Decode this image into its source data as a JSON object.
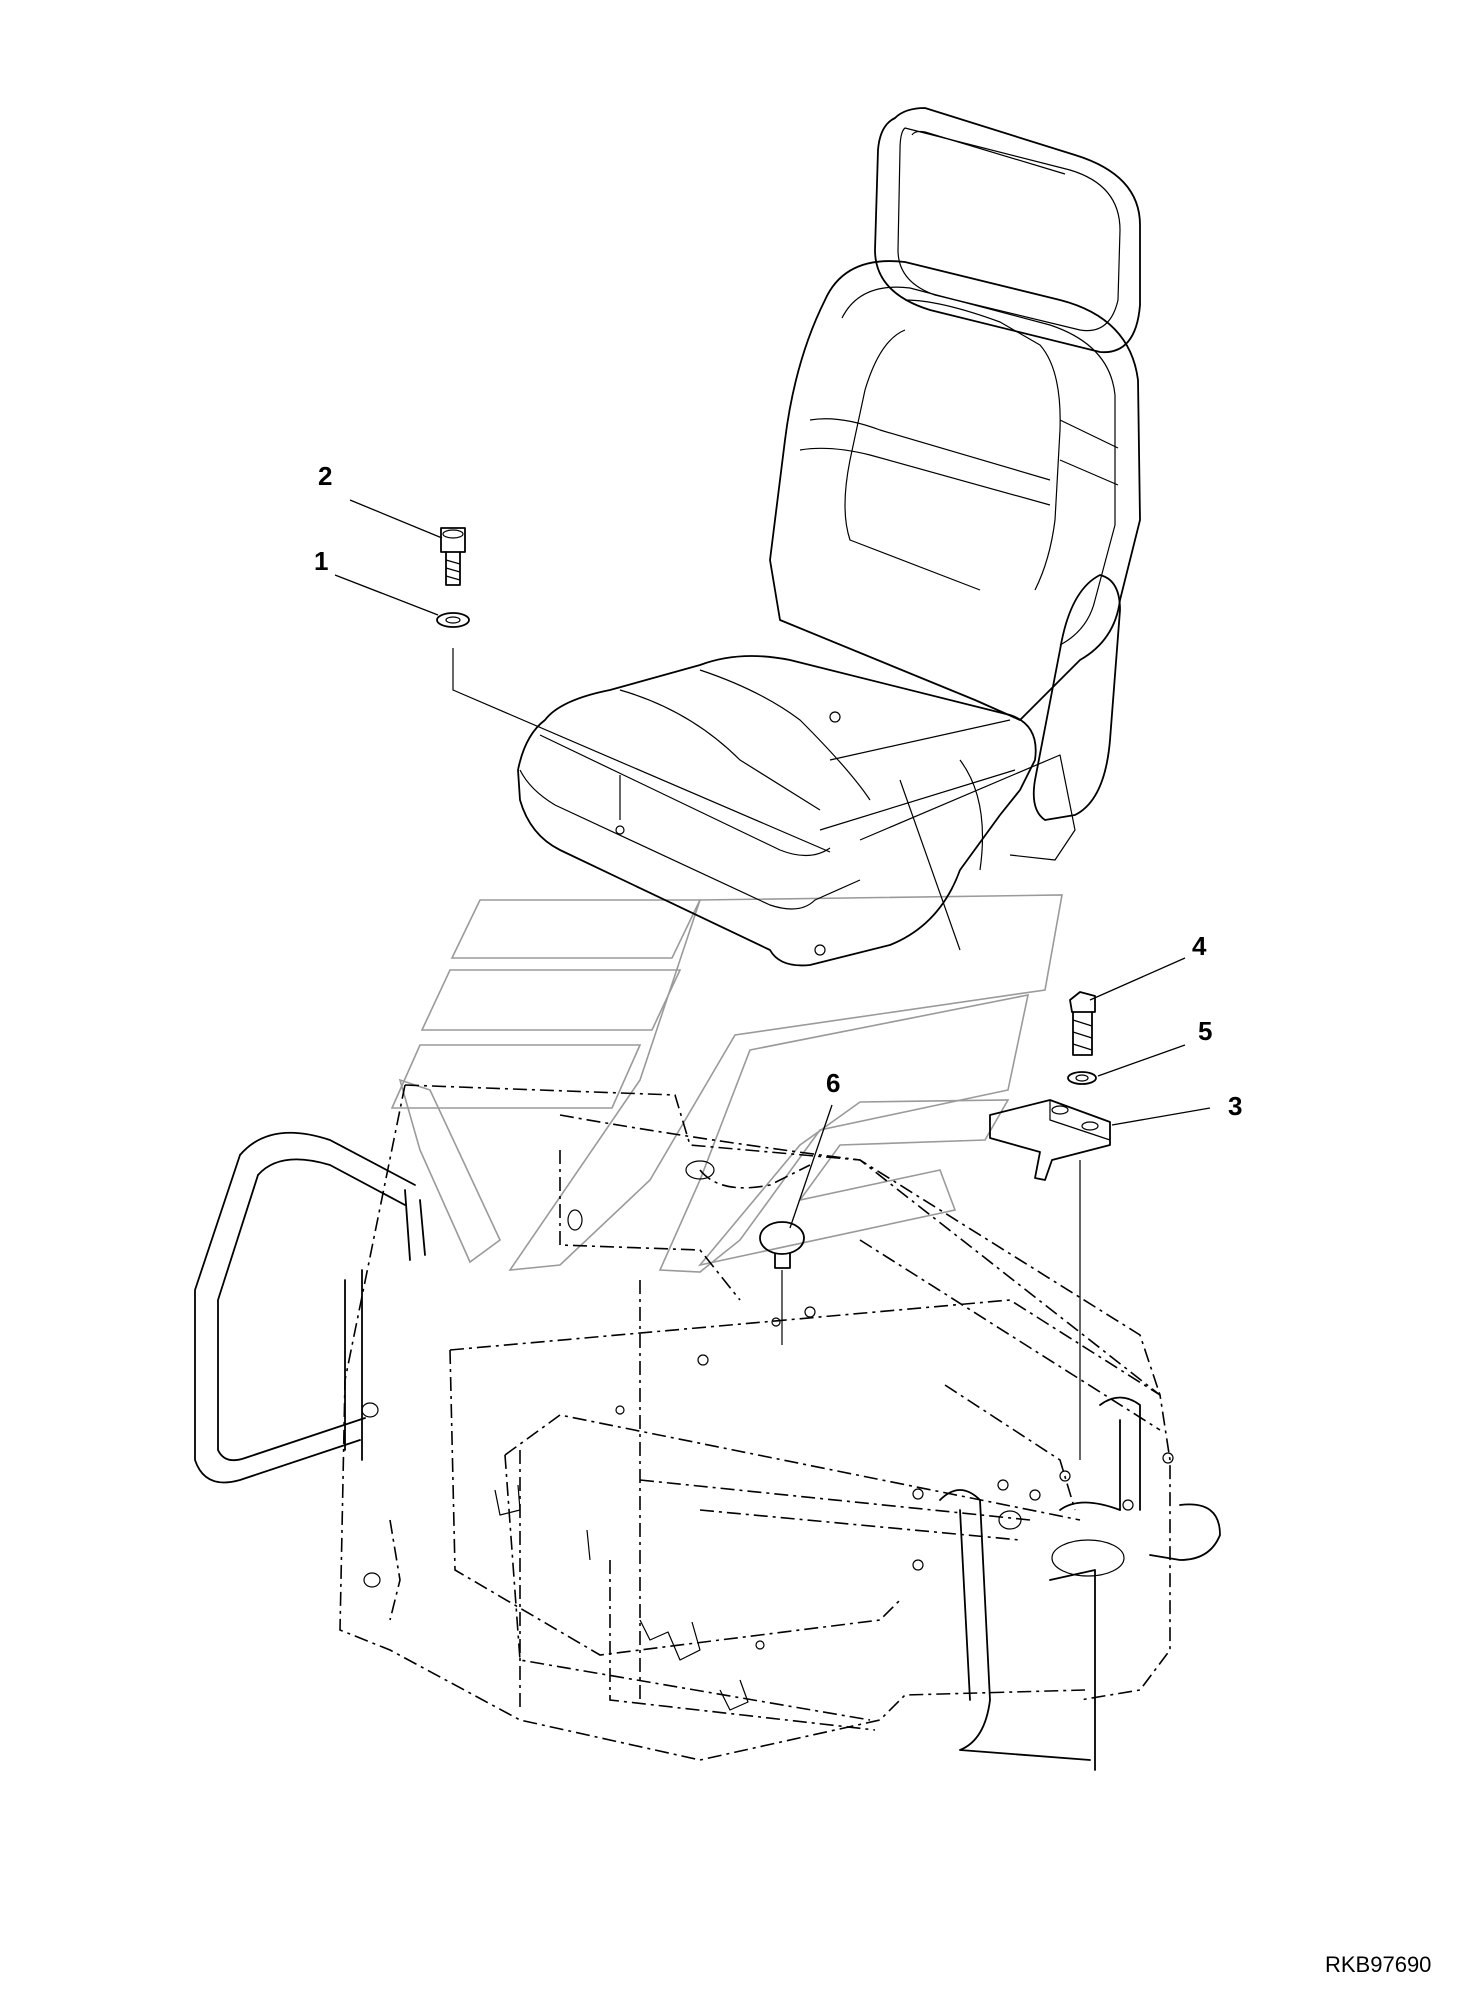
{
  "callouts": [
    {
      "id": "1",
      "label": "1"
    },
    {
      "id": "2",
      "label": "2"
    },
    {
      "id": "3",
      "label": "3"
    },
    {
      "id": "4",
      "label": "4"
    },
    {
      "id": "5",
      "label": "5"
    },
    {
      "id": "6",
      "label": "6"
    }
  ],
  "drawing_id": "RKB97690",
  "colors": {
    "line": "#000000",
    "watermark": "#9a9a9a",
    "background": "#ffffff"
  }
}
